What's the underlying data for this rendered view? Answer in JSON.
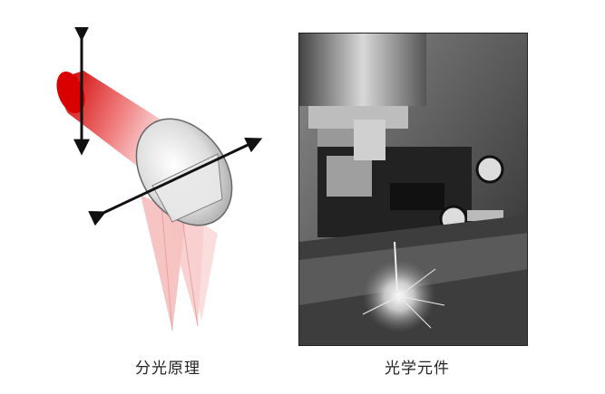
{
  "captions": {
    "left": "分光原理",
    "right": "光学元件"
  },
  "colors": {
    "beam_red": "#e01e1e",
    "beam_light": "#f4b8b8",
    "mirror_gray": "#cfcfcf",
    "arrow_black": "#111111"
  },
  "icons": {
    "axis_arrows": "double-headed-arrow-icon",
    "photo": "laser-optics-photo"
  }
}
